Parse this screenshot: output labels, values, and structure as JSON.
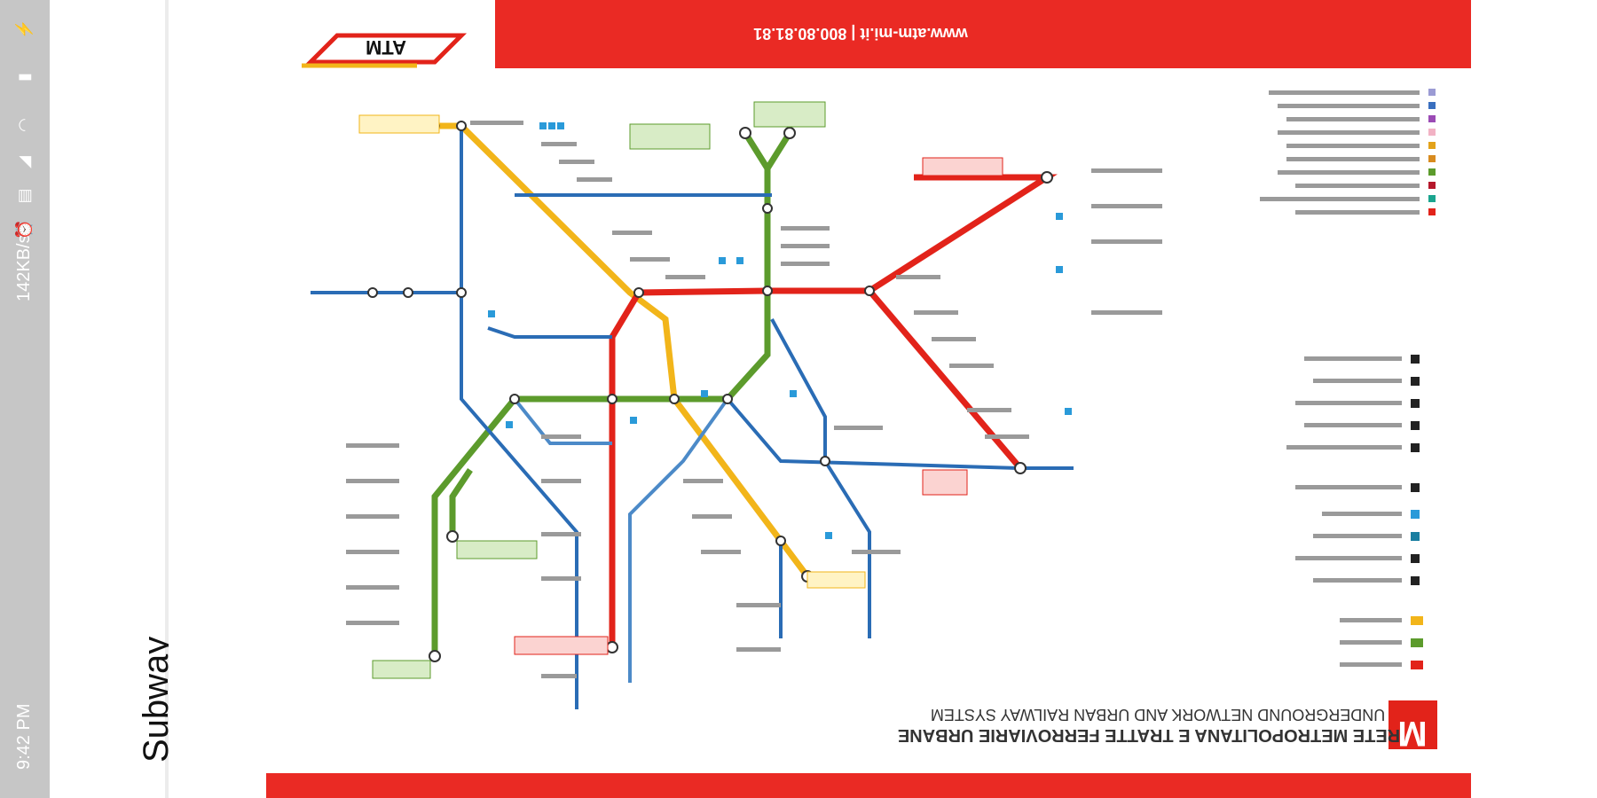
{
  "status_bar": {
    "time": "9:42 PM",
    "speed": "142KB/s",
    "icons": [
      "usb-icon",
      "alarm-icon",
      "sim-icon",
      "signal-icon",
      "wifi-icon",
      "battery-charging-icon",
      "lightning-icon"
    ]
  },
  "app_bar": {
    "title": "Subway"
  },
  "map": {
    "logo_text": "ATM",
    "header_text": "www.atm-mi.it | 800.80.81.81",
    "title": "RETE METROPOLITANA E TRATTE FERROVIARIE URBANE",
    "subtitle": "UNDERGROUND NETWORK AND URBAN RAILWAY SYSTEM",
    "brand_letter": "M",
    "legend": {
      "lines": [
        {
          "color": "#e2231a"
        },
        {
          "color": "#5c9b2c"
        },
        {
          "color": "#f2b51a"
        }
      ]
    },
    "colors": {
      "red": "#e2231a",
      "green": "#5c9b2c",
      "yellow": "#f2b51a",
      "blue": "#2a6cb5",
      "light_blue": "#4c8ac8",
      "header_red": "#ea2a24"
    }
  }
}
